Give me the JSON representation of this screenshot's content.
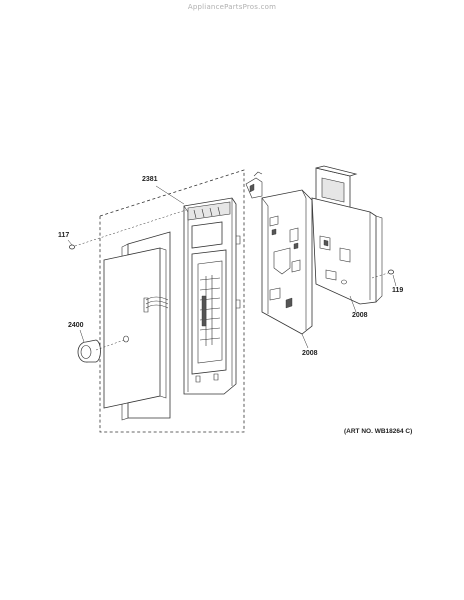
{
  "watermark": "AppliancePartsPros.com",
  "parts": [
    {
      "id": "2381",
      "name": "control-panel-assembly"
    },
    {
      "id": "117",
      "name": "screw"
    },
    {
      "id": "2400",
      "name": "knob"
    },
    {
      "id": "2008a",
      "label": "2008",
      "name": "bracket-rear"
    },
    {
      "id": "2008b",
      "label": "2008",
      "name": "bracket-front"
    },
    {
      "id": "119",
      "name": "screw"
    }
  ],
  "labels": {
    "p2381": "2381",
    "p117": "117",
    "p2400": "2400",
    "p2008_right": "2008",
    "p2008_bottom": "2008",
    "p119": "119"
  },
  "art_number": "(ART NO. WB18264 C)"
}
